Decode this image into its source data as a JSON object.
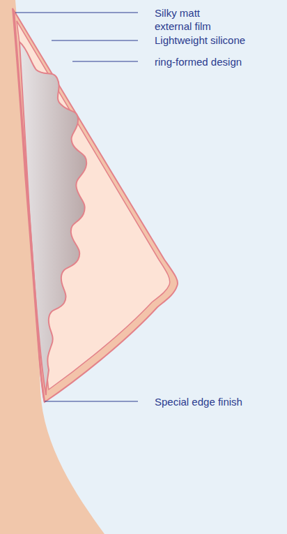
{
  "diagram": {
    "labels": [
      "Silky matt external film",
      "Lightweight silicone",
      "ring-formed design",
      "Special edge finish"
    ]
  }
}
